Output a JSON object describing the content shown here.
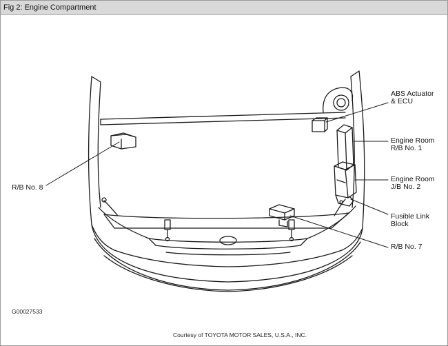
{
  "title": "Fig 2: Engine Compartment",
  "labels": {
    "abs": "ABS Actuator\n& ECU",
    "rb1": "Engine Room\nR/B No. 1",
    "jb2": "Engine Room\nJ/B No. 2",
    "fusible": "Fusible Link\nBlock",
    "rb7": "R/B No. 7",
    "rb8": "R/B No. 8"
  },
  "figure_id": "G00027533",
  "courtesy": "Courtesy of TOYOTA MOTOR SALES, U.S.A., INC."
}
